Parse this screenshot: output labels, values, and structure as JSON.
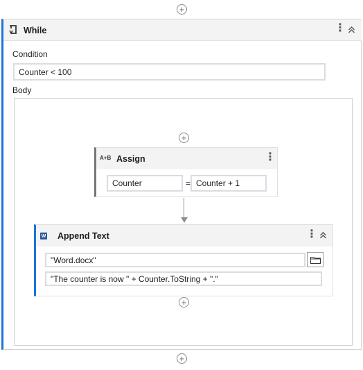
{
  "while": {
    "title": "While",
    "condition_label": "Condition",
    "condition_value": "Counter < 100",
    "body_label": "Body"
  },
  "assign": {
    "title": "Assign",
    "icon_text": "A+B",
    "to_value": "Counter",
    "equals": "=",
    "value": "Counter + 1"
  },
  "append_text": {
    "title": "Append Text",
    "icon_text": "W",
    "file_value": "\"Word.docx\"",
    "text_value": "\"The counter is now \" + Counter.ToString + \".\""
  },
  "icons": {
    "add": "plus-circle-icon",
    "more": "kebab-icon",
    "collapse": "chevron-double-up-icon",
    "loop": "loop-icon",
    "folder": "folder-icon"
  },
  "colors": {
    "accent": "#1a73d9",
    "header_bg": "#f3f3f3",
    "assign_accent": "#777777",
    "word_blue": "#2b579a"
  }
}
